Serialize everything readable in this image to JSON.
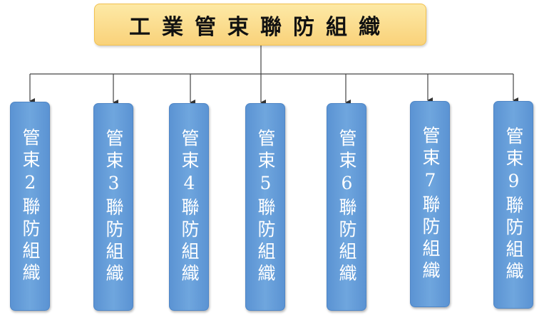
{
  "title": "工業管束聯防組織",
  "nodes": [
    "管束2聯防組織",
    "管束3聯防組織",
    "管束4聯防組織",
    "管束5聯防組織",
    "管束6聯防組織",
    "管束7聯防組織",
    "管束9聯防組織"
  ],
  "colors": {
    "title_fill": "#fbdc8e",
    "node_fill": "#64a0dc",
    "line": "#444444"
  }
}
